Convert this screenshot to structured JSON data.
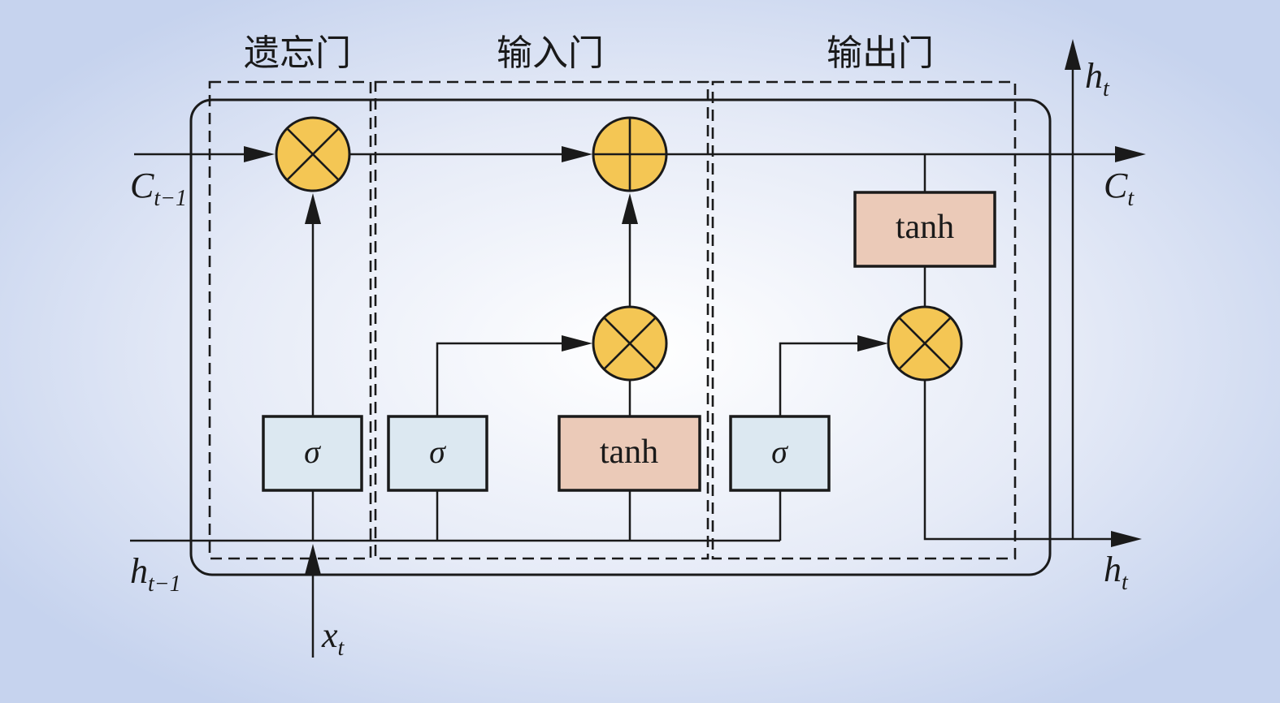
{
  "gates": {
    "forget": "遗忘门",
    "input": "输入门",
    "output": "输出门"
  },
  "symbols": {
    "c_prev": {
      "base": "C",
      "sub": "t−1"
    },
    "h_prev": {
      "base": "h",
      "sub": "t−1"
    },
    "x": {
      "base": "x",
      "sub": "t"
    },
    "c_next": {
      "base": "C",
      "sub": "t"
    },
    "h_next": {
      "base": "h",
      "sub": "t"
    },
    "h_top": {
      "base": "h",
      "sub": "t"
    }
  },
  "blocks": {
    "sigma": "σ",
    "tanh": "tanh"
  },
  "colors": {
    "operator_fill": "#f4c654",
    "sigma_fill": "#dce8f1",
    "tanh_fill": "#ebcab8",
    "stroke": "#1a1a1a"
  }
}
